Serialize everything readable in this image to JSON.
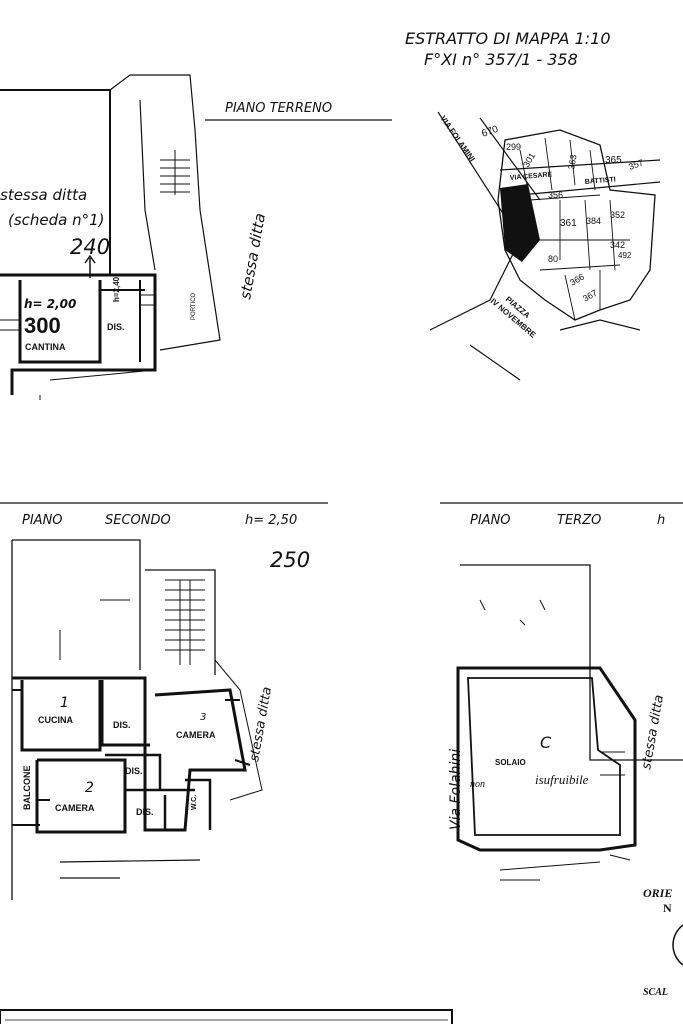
{
  "map_extract": {
    "title": "ESTRATTO DI MAPPA 1:10",
    "sheet_ref": "F°XI n° 357/1 - 358",
    "parcels": [
      "670",
      "299",
      "301",
      "363",
      "365",
      "357",
      "356",
      "361",
      "384",
      "352",
      "342",
      "80",
      "366",
      "367",
      "492"
    ],
    "streets": [
      "VIA FOLAMINI",
      "VIA CESARE",
      "BATTISTI",
      "PIAZZA",
      "IV NOVEMBRE"
    ]
  },
  "ground_floor": {
    "title": "PIANO TERRENO",
    "owner_label": "stessa ditta",
    "owner_note": "(scheda n°1)",
    "height_mark": "240",
    "room_height": "h= 2,00",
    "area_code": "300",
    "room": "CANTINA",
    "stair_height": "h=2,40",
    "dis": "DIS.",
    "portico": "PORTICO",
    "side_owner": "stessa ditta"
  },
  "second_floor": {
    "title_left": "PIANO",
    "title_mid": "SECONDO",
    "height": "h= 2,50",
    "height_mark": "250",
    "rooms": {
      "cucina": "CUCINA",
      "camera1": "CAMERA",
      "camera2": "CAMERA",
      "dis1": "DIS.",
      "dis2": "DIS.",
      "dis3": "DIS.",
      "wc": "W.C.",
      "balcone": "BALCONE"
    },
    "numbers": {
      "n1": "1",
      "n2": "2",
      "n3": "3"
    },
    "side_owner": "stessa ditta"
  },
  "third_floor": {
    "title_left": "PIANO",
    "title_mid": "TERZO",
    "height": "h",
    "room": "SOLAIO",
    "room_letter": "C",
    "room_note": "non",
    "room_note2": "isufruibile",
    "street": "Via Folahini",
    "side_owner": "stessa ditta"
  },
  "orientation": {
    "label": "ORIE",
    "north": "N",
    "scale": "SCAL"
  }
}
